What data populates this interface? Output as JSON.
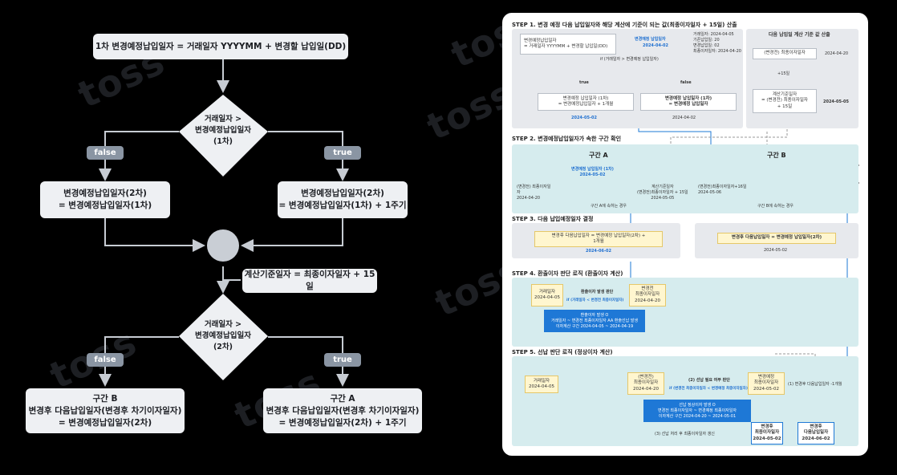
{
  "watermark": "toss",
  "flow": {
    "top": "1차 변경예정납입일자 = 거래일자 YYYYMM + 변경할 납입일(DD)",
    "d1": "거래일자 >\n변경예정납입일자\n(1차)",
    "false": "false",
    "true": "true",
    "l1": "변경예정납입일자(2차)\n= 변경예정납입일자(1차)",
    "r1": "변경예정납입일자(2차)\n= 변경예정납입일자(1차) + 1주기",
    "calc": "계산기준일자 = 최종이자일자 + 15일",
    "d2": "거래일자 >\n변경예정납입일자\n(2차)",
    "lb": "구간 B\n변경후 다음납입일자(변경후 차기이자일자)\n= 변경예정납입일자(2차)",
    "rb": "구간 A\n변경후 다음납입일자(변경후 차기이자일자)\n= 변경예정납입일자(2차) + 1주기"
  },
  "panel": {
    "s1": "STEP 1. 변경 예정 다음 납입일자와 해당 계산에 기준이 되는 값(최종이자일자 + 15일) 산출",
    "s1_box1": "변경예정납입일자\n= 거래일자 YYYYMM + 변경할 납입일(DD)",
    "s1_b1_label": "변경예정 납입일자",
    "s1_b1_date": "2024-04-02",
    "s1_info": "거래일자: 2024-04-05\n기존납입일: 20\n변경납입일: 02\n최종이자일자: 2024-04-20",
    "s1_if": "if (거래일자 > 변경예정 납입일자)",
    "s1_true": "true",
    "s1_false": "false",
    "s1_tbox": "변경예정 납입일자 (1차)\n= 변경예정납입일자 + 1개월",
    "s1_tdate": "2024-05-02",
    "s1_fbox": "변경예정 납입일자 (1차)\n= 변경예정 납입일자",
    "s1_fdate": "2024-04-02",
    "s1_right_title": "다음 납입일 계산 기준 값 산출",
    "s1_r1": "(변경전) 최종이자일자",
    "s1_r1d": "2024-04-20",
    "s1_plus": "+15일",
    "s1_r2": "계산기준일자\n= (변경전) 최종이자일자\n+ 15일",
    "s1_r2d": "2024-05-05",
    "s2": "STEP 2. 변경예정납입일자가 속한 구간 확인",
    "s2_a": "구간 A",
    "s2_b": "구간 B",
    "s2_mid": "변경예정 납입일자 (1차)\n2024-05-02",
    "s2_p1": "(변경전) 최종이자일\n자\n2024-04-20",
    "s2_p2": "계산기준일자\n(변경전)최종이자일자 + 15일\n2024-05-05",
    "s2_p3": "(변경전)최종이자일자+16일\n2024-05-06",
    "s2_na": "구간 A에 속하는 경우",
    "s2_nb": "구간 B에 속하는 경우",
    "s3": "STEP 3. 다음 납입예정일자 결정",
    "s3_a": "변경후 다음납입일자 = 변경예정 납입일자(2차) +\n1개월",
    "s3_ad": "2024-06-02",
    "s3_b": "변경후 다음납입일자 = 변경예정 납입일자(2차)",
    "s3_bd": "2024-05-02",
    "s4": "STEP 4. 환출이자 판단 로직 (환출이자 계산)",
    "s4_l": "거래일자\n2024-04-05",
    "s4_mid": "환출이자 발생 판단",
    "s4_if": "if (거래일자 < 변경전 최종이자일자)",
    "s4_r": "변경전\n최종이자일자\n2024-04-20",
    "s4_blue": "환출이자 발생 O\n거래일자 ~ 변경전 최종이자일자 AA 환출선납 발생\n이자계산 구간 2024-04-05 ~ 2024-04-19",
    "s5": "STEP 5. 선납 판단 로직 (정상이자 계산)",
    "s5_l": "거래일자\n2024-04-05",
    "s5_m": "(변경전)\n최종이자일자\n2024-04-20",
    "s5_q": "(2) 선납 필요 여부 판단",
    "s5_if": "if (변경전 최종이자일자 < 변경예정 최종이자일자)",
    "s5_r": "변경예정\n최종이자일자\n2024-05-02",
    "s5_rr": "(1) 변경후 다음납입일자 -1개월",
    "s5_blue": "선납 정상이자 발생 O\n변경전 최종이자일자 ~ 변경예정 최종이자일자\n이자계산 구간 2024-04-20 ~ 2024-05-01",
    "s5_b3": "(3) 선납 처리 후 최종이자일자 갱신",
    "s5_new": "변경후\n최종이자일자\n2024-05-02",
    "s5_next": "변경후\n다음납입일자\n2024-06-02"
  }
}
